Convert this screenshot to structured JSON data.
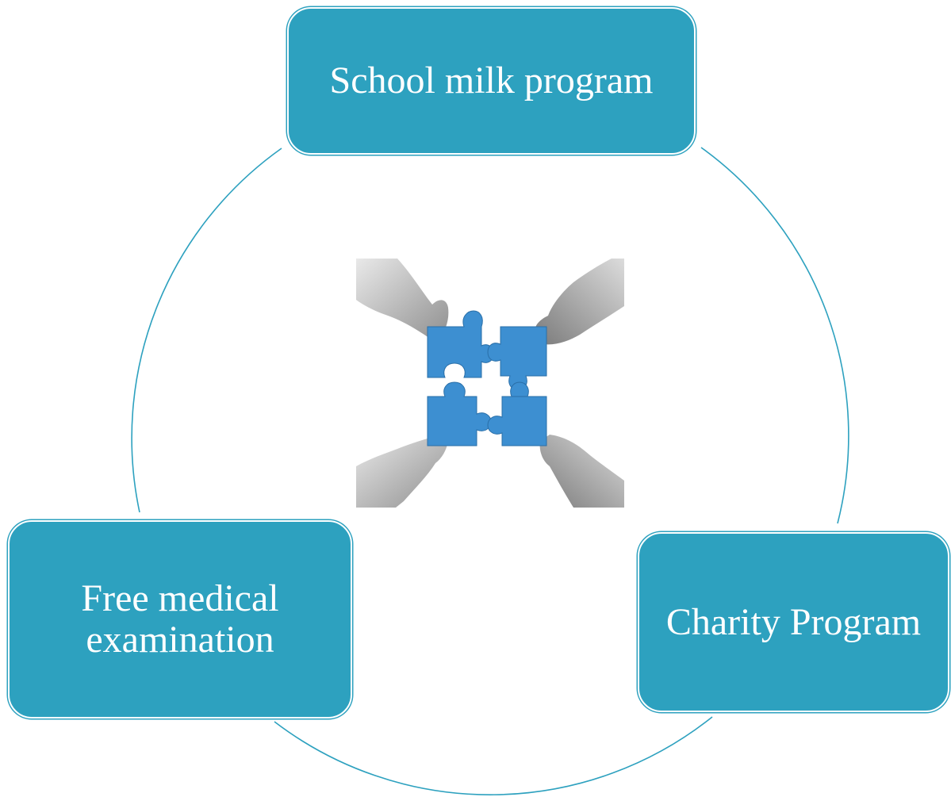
{
  "diagram": {
    "type": "cycle",
    "colors": {
      "node_fill": "#2da1bf",
      "connector": "#2da1bf",
      "puzzle_piece": "#3d8fd1"
    },
    "nodes": [
      {
        "id": "top",
        "label": "School milk program"
      },
      {
        "id": "right",
        "label": "Charity Program"
      },
      {
        "id": "left",
        "label": "Free medical examination"
      }
    ],
    "center_image": {
      "icon": "puzzle-hands-icon"
    }
  }
}
